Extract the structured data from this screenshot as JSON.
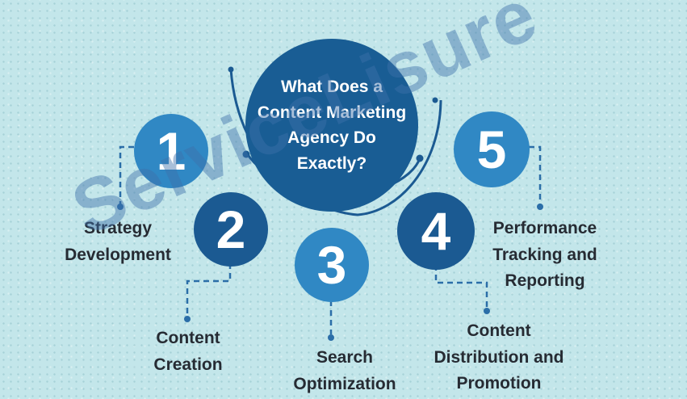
{
  "title": "What Does a Content Marketing Agency Do Exactly?",
  "items": [
    {
      "number": "1",
      "label_lines": [
        "Strategy",
        "Development"
      ]
    },
    {
      "number": "2",
      "label_lines": [
        "Content",
        "Creation"
      ]
    },
    {
      "number": "3",
      "label_lines": [
        "Search",
        "Optimization"
      ]
    },
    {
      "number": "4",
      "label_lines": [
        "Content",
        "Distribution and",
        "Promotion"
      ]
    },
    {
      "number": "5",
      "label_lines": [
        "Performance",
        "Tracking and",
        "Reporting"
      ]
    }
  ],
  "watermark": "ServiceLisure",
  "colors": {
    "background": "#c3e6ea",
    "hub": "#195d94",
    "circle_light": "#3088c4",
    "circle_dark": "#1b5a92",
    "connector": "#2b6ea8",
    "label_text": "#262b33"
  }
}
